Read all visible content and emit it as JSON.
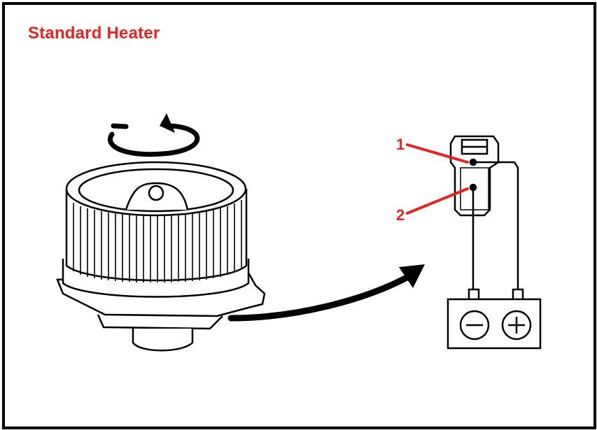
{
  "title": "Standard Heater",
  "callouts": [
    {
      "number": "1"
    },
    {
      "number": "2"
    }
  ],
  "battery_terminals": [
    {
      "symbol": "−",
      "name": "negative"
    },
    {
      "symbol": "+",
      "name": "positive"
    }
  ],
  "colors": {
    "title": "#e8231f",
    "callout": "#e8231f",
    "line": "#000000",
    "background": "#ffffff"
  },
  "icons": [
    "rotation-arrow-icon",
    "blower-motor-icon",
    "flow-arrow-icon",
    "connector-icon",
    "battery-icon"
  ]
}
